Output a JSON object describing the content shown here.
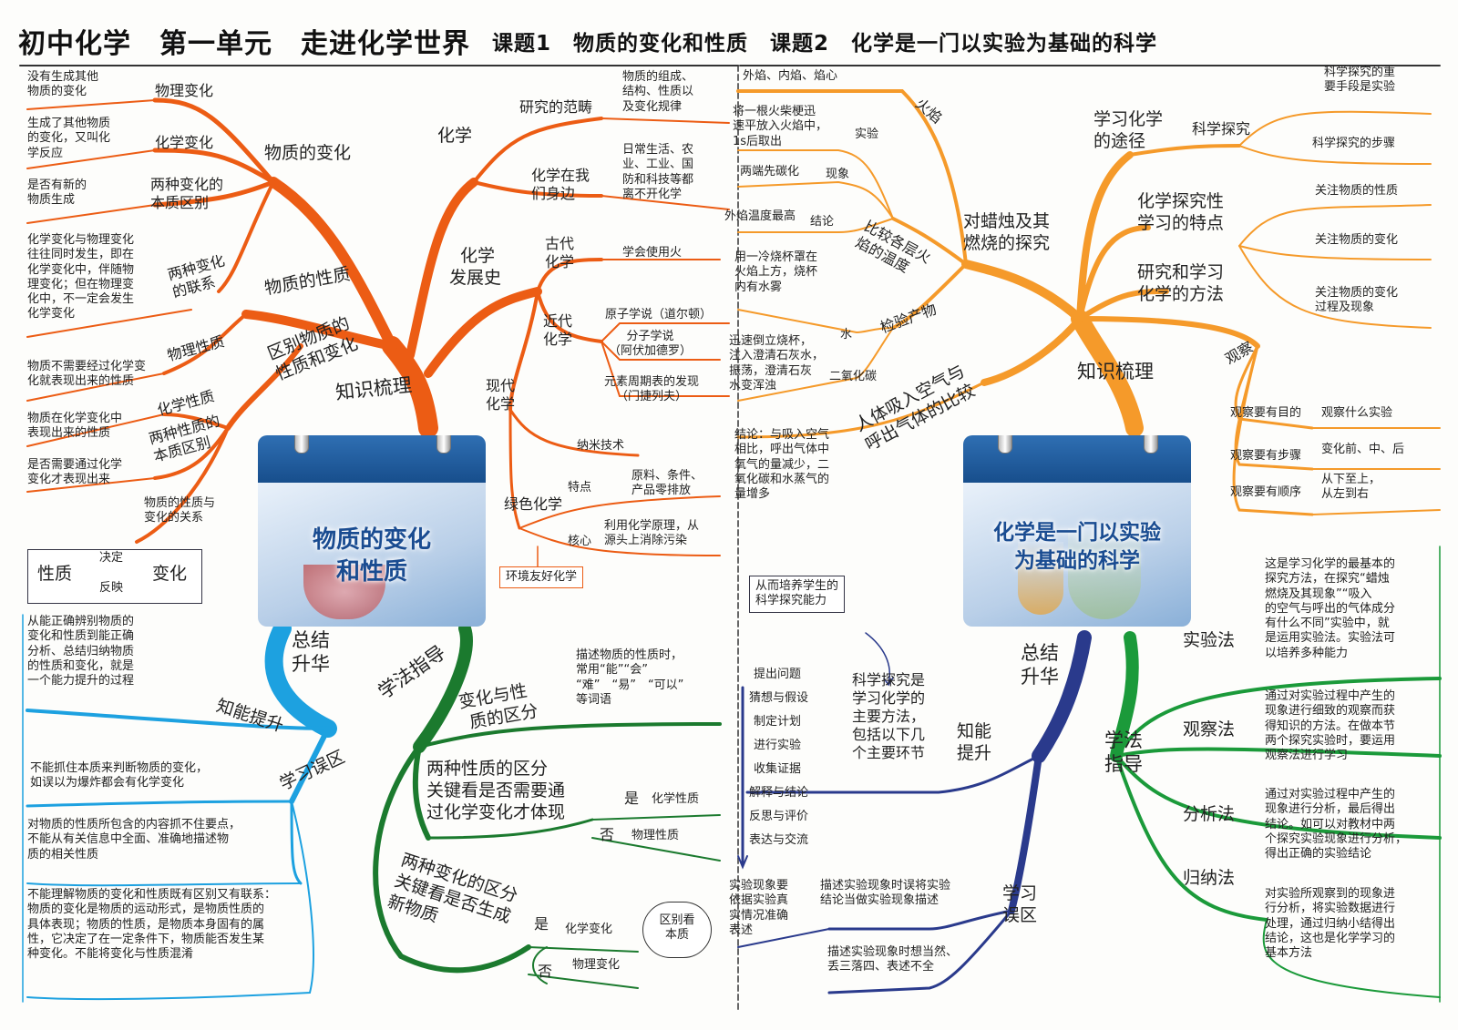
{
  "title": {
    "main": "初中化学　第一单元　走进化学世界",
    "topic1": "课题1　物质的变化和性质",
    "topic2": "课题2　化学是一门以实验为基础的科学"
  },
  "colors": {
    "orange": "#f26a1b",
    "dark_orange": "#e85410",
    "blue": "#1da1e0",
    "green": "#1b7a2e",
    "navy": "#2a3a8c",
    "light_orange": "#f59a2a"
  },
  "left": {
    "card_title": [
      "物质的变化",
      "和性质"
    ],
    "knowledge": {
      "label": "知识梳理",
      "change": {
        "label": "物质的变化",
        "items": [
          {
            "label": "物理变化",
            "desc": [
              "没有生成其他",
              "物质的变化"
            ]
          },
          {
            "label": "化学变化",
            "desc": [
              "生成了其他物质",
              "的变化，又叫化",
              "学反应"
            ]
          },
          {
            "label": [
              "两种变化的",
              "本质区别"
            ],
            "desc": [
              "是否有新的",
              "物质生成"
            ]
          },
          {
            "label": [
              "两种变化",
              "的联系"
            ],
            "desc": [
              "化学变化与物理变化",
              "往往同时发生，即在",
              "化学变化中，伴随物",
              "理变化；但在物理变",
              "化中，不一定会发生",
              "化学变化"
            ]
          }
        ]
      },
      "property": {
        "label": "物质的性质",
        "distinguish": [
          "区别物质的",
          "性质和变化"
        ],
        "items": [
          {
            "label": "物理性质",
            "desc": [
              "物质不需要经过化学变",
              "化就表现出来的性质"
            ]
          },
          {
            "label": "化学性质",
            "desc": [
              "物质在化学变化中",
              "表现出来的性质"
            ]
          },
          {
            "label": [
              "两种性质的",
              "本质区别"
            ],
            "desc": [
              "是否需要通过化学",
              "变化才表现出来"
            ]
          },
          {
            "label": [
              "物质的性质与",
              "变化的关系"
            ]
          }
        ],
        "relation": {
          "left": "性质",
          "right": "变化",
          "top": "决定",
          "bottom": "反映"
        }
      },
      "chemistry": {
        "label": "化学",
        "scope": {
          "label": "研究的范畴",
          "desc": [
            "物质的组成、",
            "结构、性质以",
            "及变化规律"
          ]
        },
        "around": {
          "label": [
            "化学在我",
            "们身边"
          ],
          "desc": [
            "日常生活、农",
            "业、工业、国",
            "防和科技等都",
            "离不开化学"
          ]
        }
      },
      "history": {
        "label": [
          "化学",
          "发展史"
        ],
        "ancient": {
          "label": [
            "古代",
            "化学"
          ],
          "desc": "学会使用火"
        },
        "modern_near": {
          "label": [
            "近代",
            "化学"
          ],
          "items": [
            [
              "原子学说（道尔顿）"
            ],
            [
              "分子学说",
              "（阿伏加德罗）"
            ],
            [
              "元素周期表的发现",
              "（门捷列夫）"
            ]
          ]
        },
        "modern": {
          "label": [
            "现代",
            "化学"
          ],
          "nano": "纳米技术"
        },
        "green": {
          "label": "绿色化学",
          "feature": "特点",
          "feature_desc": [
            "原料、条件、",
            "产品零排放"
          ],
          "core": "核心",
          "core_desc": [
            "利用化学原理，从",
            "源头上消除污染"
          ],
          "friendly": "环境友好化学"
        }
      }
    },
    "summary": {
      "label": [
        "总结",
        "升华"
      ],
      "ability": {
        "label": "知能提升",
        "desc": [
          "从能正确辨别物质的",
          "变化和性质到能正确",
          "分析、总结归纳物质",
          "的性质和变化，就是",
          "一个能力提升的过程"
        ]
      },
      "mistakes": {
        "label": "学习误区",
        "items": [
          [
            "不能抓住本质来判断物质的变化，",
            "如误以为爆炸都会有化学变化"
          ],
          [
            "对物质的性质所包含的内容抓不住要点，",
            "不能从有关信息中全面、准确地描述物",
            "质的相关性质"
          ],
          [
            "不能理解物质的变化和性质既有区别又有联系：",
            "物质的变化是物质的运动形式，是物质性质的",
            "具体表现；物质的性质，是物质本身固有的属",
            "性，它决定了在一定条件下，物质能否发生某",
            "种变化。不能将变化与性质混淆"
          ]
        ]
      }
    },
    "method": {
      "label": "学法指导",
      "distinguish": {
        "label": [
          "变化与性",
          "质的区分"
        ],
        "desc": [
          "描述物质的性质时，",
          "常用“能”“会”",
          "“难”　“易”　“可以”",
          "等词语"
        ]
      },
      "two_props": {
        "label": [
          "两种性质的区分",
          "关键看是否需要通",
          "过化学变化才体现"
        ],
        "yes": "是",
        "yes_desc": "化学性质",
        "no": "否",
        "no_desc": "物理性质"
      },
      "two_changes": {
        "label": [
          "两种变化的区分",
          "关键看是否生成",
          "新物质"
        ],
        "yes": "是",
        "yes_desc": "化学变化",
        "no": "否",
        "no_desc": "物理变化"
      },
      "essence": [
        "区别看",
        "本质"
      ]
    }
  },
  "right": {
    "card_title": [
      "化学是一门以实验",
      "为基础的科学"
    ],
    "knowledge": {
      "label": "知识梳理",
      "candle": {
        "label": [
          "对蜡烛及其",
          "燃烧的探究"
        ],
        "flame": {
          "label": "火焰",
          "desc": "外焰、内焰、焰心"
        },
        "experiment": {
          "label": "实验",
          "desc": [
            "将一根火柴梗迅",
            "速平放入火焰中，",
            "1s后取出"
          ]
        },
        "phenomenon": {
          "label": "现象",
          "desc": "两端先碳化"
        },
        "conclusion": {
          "label": "结论",
          "desc": "外焰温度最高"
        },
        "compare": [
          "比较各层火",
          "焰的温度"
        ],
        "products": {
          "label": "检验产物",
          "water": "水",
          "water_desc": [
            "用一冷烧杯罩在",
            "火焰上方，烧杯",
            "内有水雾"
          ],
          "co2": "二氧化碳",
          "co2_desc": [
            "迅速倒立烧杯，",
            "注入澄清石灰水，",
            "振荡，澄清石灰",
            "水变浑浊"
          ]
        }
      },
      "breath": {
        "label": [
          "人体吸入空气与",
          "呼出气体的比较"
        ],
        "desc": [
          "结论：与吸入空气",
          "相比，呼出气体中",
          "氧气的量减少，二",
          "氧化碳和水蒸气的",
          "量增多"
        ]
      },
      "ways": {
        "label": [
          "学习化学",
          "的途径"
        ],
        "inquiry": "科学探究",
        "desc1": [
          "科学探究的重",
          "要手段是实验"
        ],
        "desc2": "科学探究的步骤"
      },
      "features": {
        "label": [
          "化学探究性",
          "学习的特点"
        ],
        "items": [
          "关注物质的性质",
          "关注物质的变化",
          [
            "关注物质的变化",
            "过程及现象"
          ]
        ]
      },
      "methods_study": [
        "研究和学习",
        "化学的方法"
      ],
      "observe": {
        "label": "观察",
        "items": [
          {
            "a": "观察要有目的",
            "b": "观察什么实验"
          },
          {
            "a": "观察要有步骤",
            "b": "变化前、中、后"
          },
          {
            "a": "观察要有顺序",
            "b": [
              "从下至上，",
              "从左到右"
            ]
          }
        ]
      }
    },
    "summary": {
      "label": [
        "总结",
        "升华"
      ],
      "ability": {
        "label": [
          "知能",
          "提升"
        ],
        "cultivate": [
          "从而培养学生的",
          "科学探究能力"
        ],
        "desc": [
          "科学探究是",
          "学习化学的",
          "主要方法，",
          "包括以下几",
          "个主要环节"
        ],
        "steps": [
          "提出问题",
          "猜想与假设",
          "制定计划",
          "进行实验",
          "收集证据",
          "解释与结论",
          "反思与评价",
          "表达与交流"
        ]
      },
      "mistakes": {
        "label": [
          "学习",
          "误区"
        ],
        "left": [
          "实验现象要",
          "依据实验真",
          "实情况准确",
          "表述"
        ],
        "m1": [
          "描述实验现象时误将实验",
          "结论当做实验现象描述"
        ],
        "m2": [
          "描述实验现象时想当然、",
          "丢三落四、表述不全"
        ]
      }
    },
    "method": {
      "label": [
        "学法",
        "指导"
      ],
      "items": [
        {
          "label": "实验法",
          "desc": [
            "这是学习化学的最基本的",
            "探究方法，在探究“蜡烛",
            "燃烧及其现象”“吸入",
            "的空气与呼出的气体成分",
            "有什么不同”实验中，就",
            "是运用实验法。实验法可",
            "以培养多种能力"
          ]
        },
        {
          "label": "观察法",
          "desc": [
            "通过对实验过程中产生的",
            "现象进行细致的观察而获",
            "得知识的方法。在做本节",
            "两个探究实验时，要运用",
            "观察法进行学习"
          ]
        },
        {
          "label": "分析法",
          "desc": [
            "通过对实验过程中产生的",
            "现象进行分析，最后得出",
            "结论。如可以对教材中两",
            "个探究实验现象进行分析，",
            "得出正确的实验结论"
          ]
        },
        {
          "label": "归纳法",
          "desc": [
            "对实验所观察到的现象进",
            "行分析，将实验数据进行",
            "处理，通过归纳小结得出",
            "结论，这也是化学学习的",
            "基本方法"
          ]
        }
      ]
    }
  }
}
